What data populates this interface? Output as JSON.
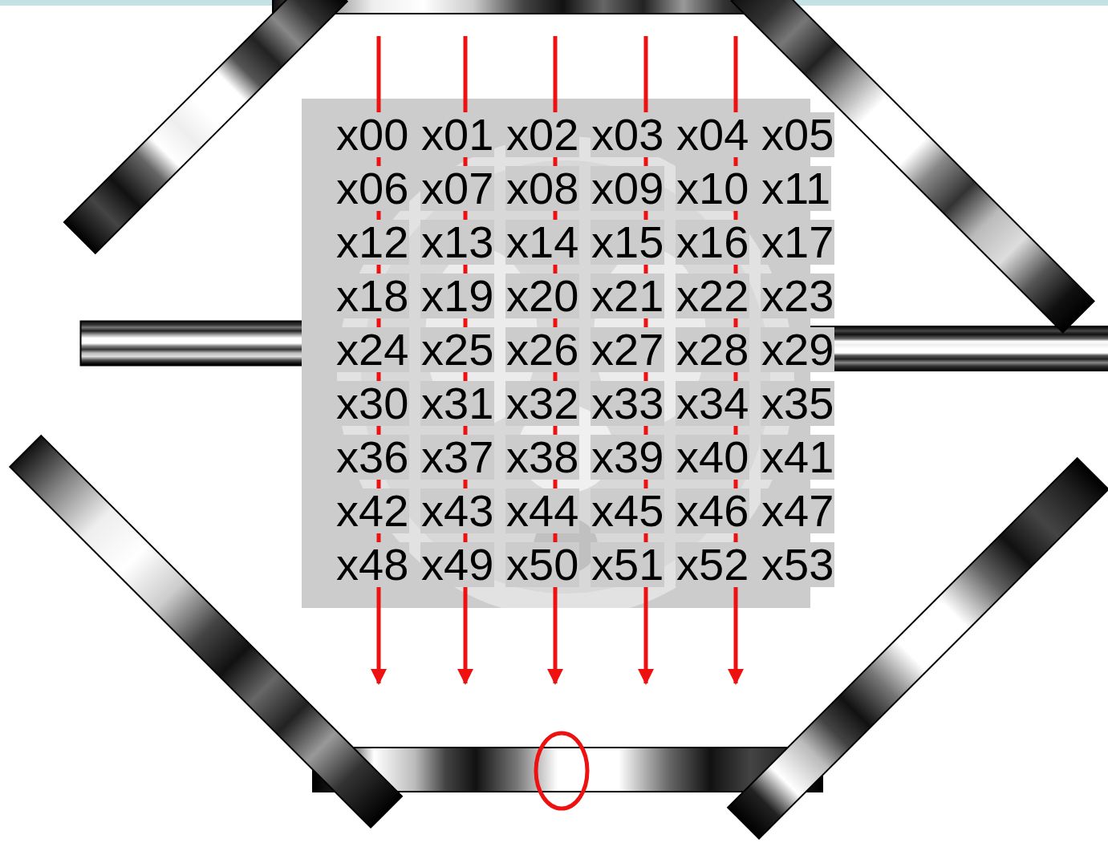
{
  "diagram": {
    "labels": [
      "x00",
      "x01",
      "x02",
      "x03",
      "x04",
      "x05",
      "x06",
      "x07",
      "x08",
      "x09",
      "x10",
      "x11",
      "x12",
      "x13",
      "x14",
      "x15",
      "x16",
      "x17",
      "x18",
      "x19",
      "x20",
      "x21",
      "x22",
      "x23",
      "x24",
      "x25",
      "x26",
      "x27",
      "x28",
      "x29",
      "x30",
      "x31",
      "x32",
      "x33",
      "x34",
      "x35",
      "x36",
      "x37",
      "x38",
      "x39",
      "x40",
      "x41",
      "x42",
      "x43",
      "x44",
      "x45",
      "x46",
      "x47",
      "x48",
      "x49",
      "x50",
      "x51",
      "x52",
      "x53"
    ]
  }
}
